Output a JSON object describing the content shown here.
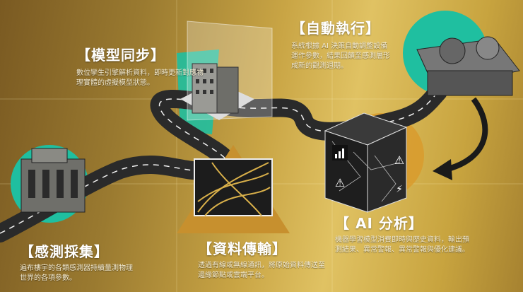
{
  "steps": {
    "sync": {
      "title": "【模型同步】",
      "desc": "數位孿生引擎解析資料，即時更新對應物理實體的虛擬模型狀態。"
    },
    "execute": {
      "title": "【自動執行】",
      "desc": "系統根據 AI 決策自動調整設備運作參數，結果回饋至感測層形成新的觀測週期。"
    },
    "sense": {
      "title": "【感測採集】",
      "desc": "遍布樓宇的各類感測器持續量測物理世界的各項參數。"
    },
    "transmit": {
      "title": "【資料傳輸】",
      "desc": "透過有線或無線通訊，將原始資料傳送至邊緣節點或雲端平台。"
    },
    "analyze": {
      "title": "【 AI 分析】",
      "desc": "機器學習模型消費即時與歷史資料，輸出預測結果、異常警報、異常警報與優化建議。"
    }
  },
  "colors": {
    "teal": "#1fbfa0",
    "gold": "#c9a545",
    "road": "#2a2a2a",
    "orange": "#d99a2b"
  }
}
